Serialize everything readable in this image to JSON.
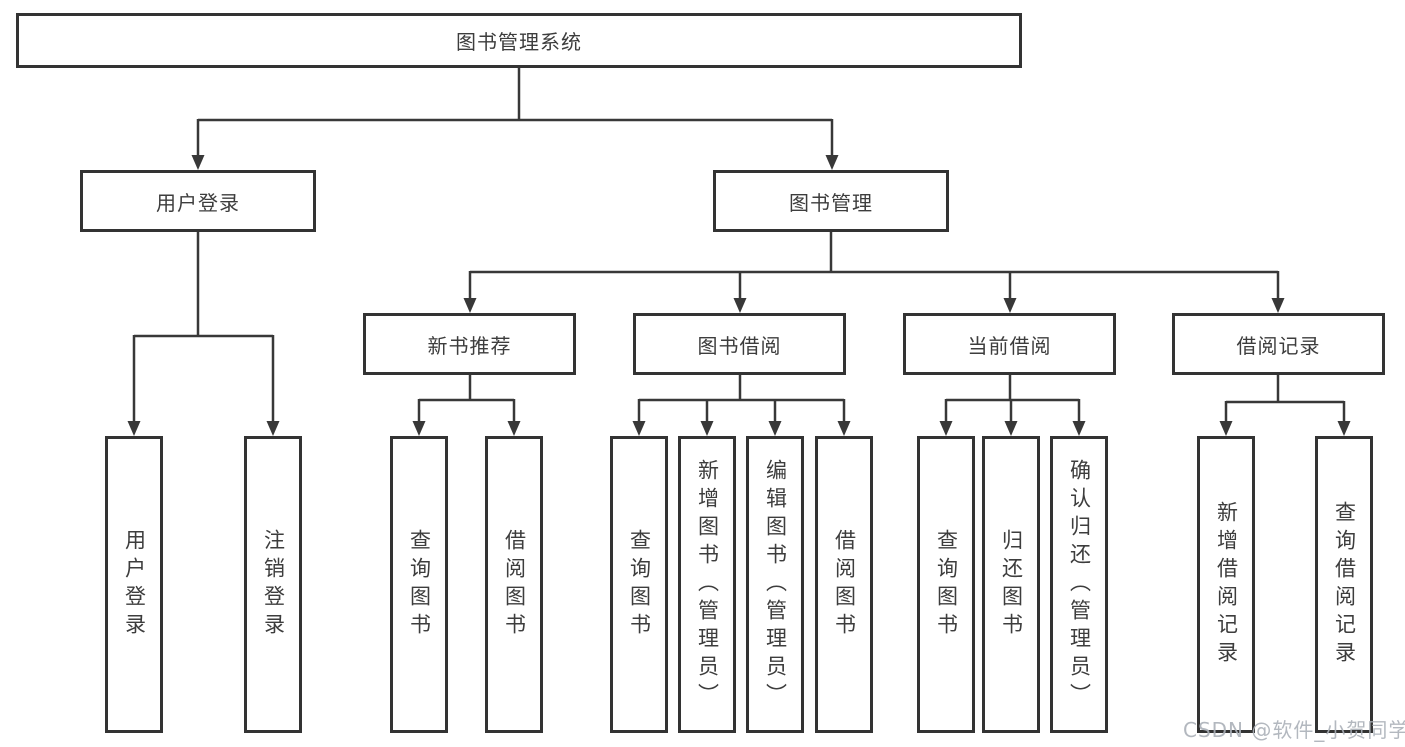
{
  "diagram": {
    "type": "tree",
    "title": "图书管理系统",
    "watermark": "CSDN @软件_小贺同学",
    "colors": {
      "background": "#ffffff",
      "box_border": "#333333",
      "connector": "#383838",
      "text": "#3d3d3d",
      "watermark": "#abb0b8"
    },
    "nodes": {
      "root": {
        "label": "图书管理系统"
      },
      "user_login": {
        "label": "用户登录"
      },
      "book_mgmt": {
        "label": "图书管理"
      },
      "new_book_rec": {
        "label": "新书推荐"
      },
      "book_borrow": {
        "label": "图书借阅"
      },
      "current_borrow": {
        "label": "当前借阅"
      },
      "borrow_records": {
        "label": "借阅记录"
      },
      "login": {
        "label": "用户登录"
      },
      "logout": {
        "label": "注销登录"
      },
      "rec_query": {
        "label": "查询图书"
      },
      "rec_borrow": {
        "label": "借阅图书"
      },
      "borrow_query": {
        "label": "查询图书"
      },
      "borrow_add": {
        "label": "新增图书（管理员）"
      },
      "borrow_edit": {
        "label": "编辑图书（管理员）"
      },
      "borrow_borrow": {
        "label": "借阅图书"
      },
      "current_query": {
        "label": "查询图书"
      },
      "current_return": {
        "label": "归还图书"
      },
      "current_confirm": {
        "label": "确认归还（管理员）"
      },
      "records_add": {
        "label": "新增借阅记录"
      },
      "records_query": {
        "label": "查询借阅记录"
      }
    },
    "structure": {
      "root": [
        "user_login",
        "book_mgmt"
      ],
      "user_login": [
        "login",
        "logout"
      ],
      "book_mgmt": [
        "new_book_rec",
        "book_borrow",
        "current_borrow",
        "borrow_records"
      ],
      "new_book_rec": [
        "rec_query",
        "rec_borrow"
      ],
      "book_borrow": [
        "borrow_query",
        "borrow_add",
        "borrow_edit",
        "borrow_borrow"
      ],
      "current_borrow": [
        "current_query",
        "current_return",
        "current_confirm"
      ],
      "borrow_records": [
        "records_add",
        "records_query"
      ]
    }
  }
}
